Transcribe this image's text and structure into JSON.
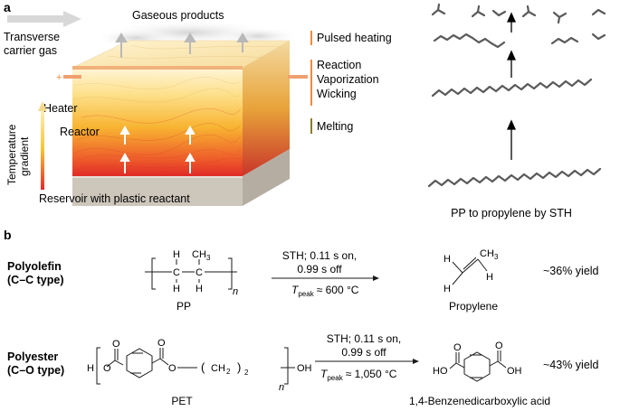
{
  "panel_a": {
    "label": "a",
    "gaseous_products": "Gaseous products",
    "carrier_gas": [
      "Transverse",
      "carrier gas"
    ],
    "plus_sign": "+",
    "heater": "Heater",
    "reactor": "Reactor",
    "temperature_gradient": [
      "Temperature",
      "gradient"
    ],
    "reservoir": "Reservoir with plastic reactant",
    "process_steps": {
      "pulsed_heating": "Pulsed heating",
      "reaction": "Reaction",
      "vaporization": "Vaporization",
      "wicking": "Wicking",
      "melting": "Melting"
    },
    "caption": "PP to propylene by STH"
  },
  "panel_b": {
    "label": "b",
    "rows": [
      {
        "class_name": "Polyolefin",
        "class_type": "(C–C type)",
        "reactant": "PP",
        "conditions_line1": "STH; 0.11 s on,",
        "conditions_line2": "0.99 s off",
        "temp_symbol": "T",
        "temp_sub": "peak",
        "temp_value": "≈ 600 °C",
        "product": "Propylene",
        "yield": "~36% yield",
        "struct_labels": {
          "h1": "H",
          "ch3": "CH",
          "ch3_sub": "3",
          "c1": "C",
          "c2": "C",
          "h2": "H",
          "h3": "H",
          "n": "n",
          "p_h1": "H",
          "p_ch3": "CH",
          "p_ch3_sub": "3",
          "p_h2": "H",
          "p_h3": "H"
        }
      },
      {
        "class_name": "Polyester",
        "class_type": "(C–O type)",
        "reactant": "PET",
        "conditions_line1": "STH; 0.11 s on,",
        "conditions_line2": "0.99 s off",
        "temp_symbol": "T",
        "temp_sub": "peak",
        "temp_value": "≈ 1,050 °C",
        "product": "1,4-Benzenedicarboxylic acid",
        "yield": "~43% yield",
        "struct_labels": {
          "h": "H",
          "o1": "O",
          "o2": "O",
          "o3": "O",
          "o4": "O",
          "ch2": "CH",
          "ch2_sub": "2",
          "sub2": "2",
          "oh": "OH",
          "n": "n",
          "p_ho": "HO",
          "p_oh": "OH",
          "p_o1": "O",
          "p_o2": "O"
        }
      }
    ]
  },
  "colors": {
    "heater_bar": "#f0a070",
    "hot": "#e8282a",
    "warm": "#f7c531",
    "reservoir": "#c9c2b8",
    "accent_orange": "#f08a3c",
    "melting_olive": "#8a7a2a",
    "arrow_gray": "#b8b8b8"
  }
}
